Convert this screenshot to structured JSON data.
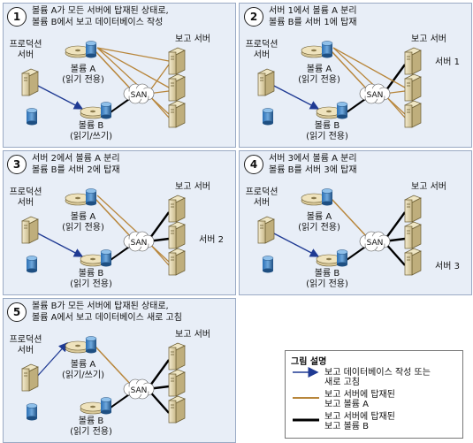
{
  "panels": [
    {
      "number": "1",
      "title": "볼륨 A가 모든 서버에 탑재된 상태로,\n볼륨 B에서 보고 데이터베이스 작성",
      "production_server": "프로덕션\n서버",
      "report_servers": "보고 서버",
      "vol_a": "볼륨 A",
      "vol_a_mode": "(읽기 전용)",
      "vol_b": "볼륨 B",
      "vol_b_mode": "(읽기/쓰기)",
      "san": "SAN",
      "server_label": ""
    },
    {
      "number": "2",
      "title": "서버 1에서 볼륨 A 분리\n볼륨 B를 서버 1에 탑재",
      "production_server": "프로덕션\n서버",
      "report_servers": "보고 서버",
      "vol_a": "볼륨 A",
      "vol_a_mode": "(읽기 전용)",
      "vol_b": "볼륨 B",
      "vol_b_mode": "(읽기 전용)",
      "san": "SAN",
      "server_label": "서버 1"
    },
    {
      "number": "3",
      "title": "서버 2에서 볼륨 A 분리\n볼륨 B를 서버 2에 탑재",
      "production_server": "프로덕션\n서버",
      "report_servers": "보고 서버",
      "vol_a": "볼륨 A",
      "vol_a_mode": "(읽기 전용)",
      "vol_b": "볼륨 B",
      "vol_b_mode": "(읽기 전용)",
      "san": "SAN",
      "server_label": "서버 2"
    },
    {
      "number": "4",
      "title": "서버 3에서 볼륨 A 분리\n볼륨 B를 서버 3에 탑재",
      "production_server": "프로덕션\n서버",
      "report_servers": "보고 서버",
      "vol_a": "볼륨 A",
      "vol_a_mode": "(읽기 전용)",
      "vol_b": "볼륨 B",
      "vol_b_mode": "(읽기 전용)",
      "san": "SAN",
      "server_label": "서버 3"
    },
    {
      "number": "5",
      "title": "볼륨 B가 모든 서버에 탑재된 상태로,\n볼륨 A에서 보고 데이터베이스 새로 고침",
      "production_server": "프로덕션\n서버",
      "report_servers": "보고 서버",
      "vol_a": "볼륨 A",
      "vol_a_mode": "(읽기/쓰기)",
      "vol_b": "볼륨 B",
      "vol_b_mode": "(읽기 전용)",
      "san": "SAN",
      "server_label": ""
    }
  ],
  "legend": {
    "title": "그림 설명",
    "items": [
      {
        "text": "보고 데이터베이스 작성 또는\n새로 고침",
        "color": "#1f3a93"
      },
      {
        "text": "보고 서버에 탑재된\n보고 볼륨 A",
        "color": "#b8863b"
      },
      {
        "text": "보고 서버에 탑재된\n보고 볼륨 B",
        "color": "#000000"
      }
    ]
  },
  "colors": {
    "vol_a_line": "#b8863b",
    "vol_b_line": "#000000",
    "write_arrow": "#1f3a93",
    "panel_bg": "#e8eef7"
  }
}
